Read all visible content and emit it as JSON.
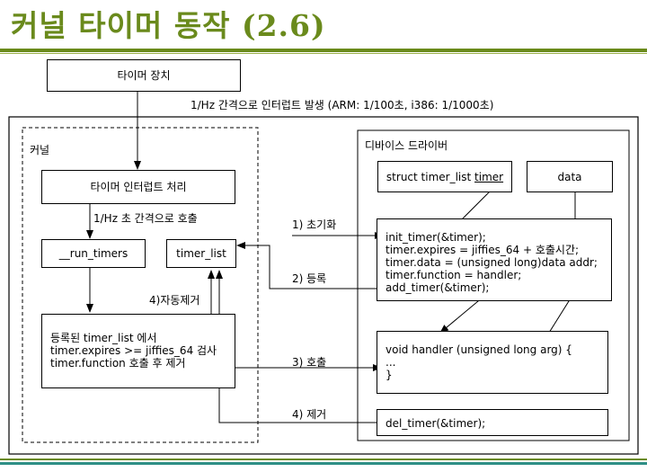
{
  "slide": {
    "title": "커널 타이머 동작 (2.6)"
  },
  "diagram": {
    "timer_device": "타이머 장치",
    "interrupt_note": "1/Hz 간격으로 인터럽트 발생 (ARM: 1/100초, i386: 1/1000초)",
    "kernel_label": "커널",
    "driver_label": "디바이스 드라이버",
    "interrupt_handler": "타이머 인터럽트 처리",
    "hz_call_note": "1/Hz 초 간격으로 호출",
    "run_timers": "__run_timers",
    "timer_list": "timer_list",
    "auto_remove": "4)자동제거",
    "registered_box": {
      "lines": [
        "등록된 timer_list 에서",
        "timer.expires >= jiffies_64 검사",
        "timer.function 호출 후 제거"
      ]
    },
    "struct_prefix": "struct timer_list ",
    "struct_var": "timer",
    "data_box": "data",
    "init_box": {
      "lines": [
        "init_timer(&timer);",
        "timer.expires = jiffies_64 + 호출시간;",
        "timer.data = (unsigned long)data addr;",
        "timer.function = handler;",
        "add_timer(&timer);"
      ]
    },
    "handler_box": {
      "lines": [
        "void handler (unsigned long arg) {",
        "...",
        "}"
      ]
    },
    "del_box": "del_timer(&timer);",
    "steps": {
      "init": "1) 초기화",
      "register": "2) 등록",
      "call": "3) 호출",
      "remove": "4) 제거"
    }
  }
}
